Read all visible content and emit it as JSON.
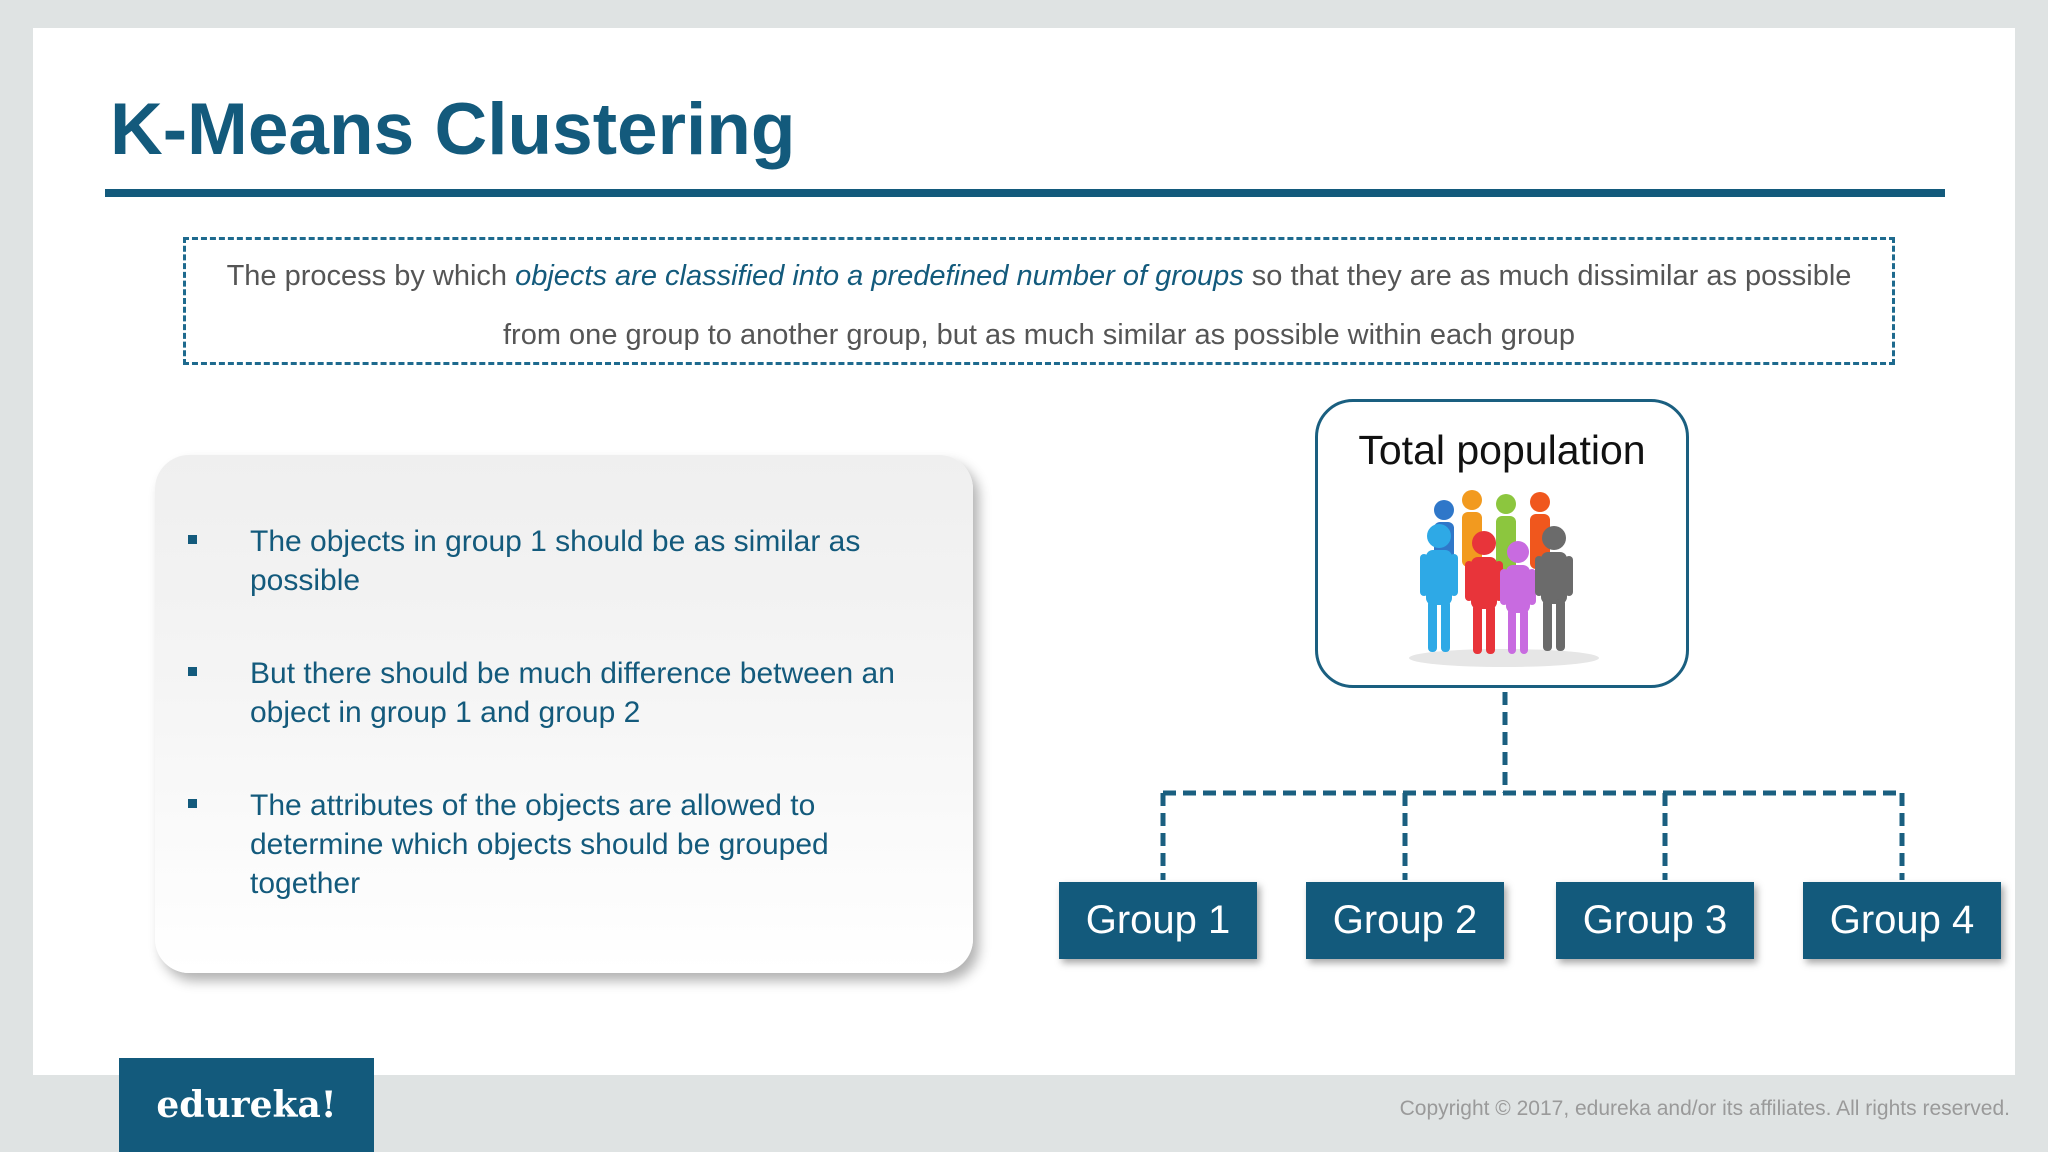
{
  "slide": {
    "title": "K-Means Clustering",
    "definition": {
      "line1_before": "The process by which ",
      "line1_emphasis": "objects are classified into a predefined number of groups",
      "line1_after": " so that they are as much dissimilar as possible",
      "line2": "from one group to another group, but as much similar as possible within each group"
    },
    "bullets": [
      "The objects in group 1 should be as similar as possible",
      "But there should be much difference between an object in group 1 and group 2",
      "The attributes of the objects are allowed to determine which objects should be grouped together"
    ],
    "diagram": {
      "root_label": "Total population",
      "groups": [
        "Group 1",
        "Group 2",
        "Group 3",
        "Group 4"
      ]
    }
  },
  "footer": {
    "logo_text": "edureka!",
    "copyright": "Copyright © 2017, edureka and/or its affiliates. All rights reserved."
  },
  "colors": {
    "brand": "#135a7c",
    "background": "#dfe3e3",
    "text_gray": "#555555"
  },
  "icons": [
    "people-group-icon",
    "bullet-square-icon"
  ]
}
